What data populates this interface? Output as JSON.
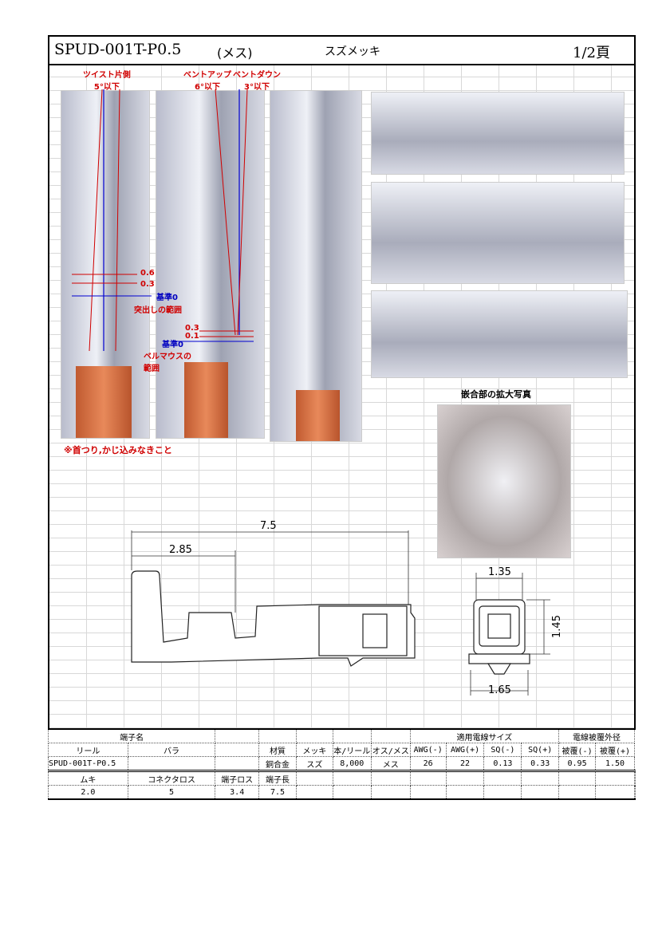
{
  "header": {
    "part_number": "SPUD-001T-P0.5",
    "gender": "(メス)",
    "plating": "スズメッキ",
    "page": "1/2頁"
  },
  "annotations": {
    "twist": "ツイスト片側",
    "twist_val": "5°以下",
    "bend_up": "ベントアップ",
    "bend_up_val": "6°以下",
    "bend_down": "ベントダウン",
    "bend_down_val": "3°以下",
    "d06": "0.6",
    "d03a": "0.3",
    "base0a": "基準0",
    "protrusion": "突出しの範囲",
    "d03b": "0.3",
    "d01": "0.1",
    "base0b": "基準0",
    "bellmouth": "ベルマウスの範囲",
    "note": "※首つり,かじ込みなきこと",
    "enlarged": "嵌合部の拡大写真"
  },
  "drawing": {
    "length": "7.5",
    "crimp": "2.85",
    "width": "1.35",
    "height": "1.45",
    "bottom_width": "1.65"
  },
  "table": {
    "h1": {
      "name": "端子名",
      "wire": "適用電線サイズ",
      "insul": "電線被覆外径"
    },
    "h2": [
      "リール",
      "バラ",
      "",
      "材質",
      "メッキ",
      "本/リール",
      "オス/メス",
      "AWG(-)",
      "AWG(+)",
      "SQ(-)",
      "SQ(+)",
      "被覆(-)",
      "被覆(+)"
    ],
    "row": [
      "SPUD-001T-P0.5",
      "",
      "",
      "銅合金",
      "スズ",
      "8,000",
      "メス",
      "26",
      "22",
      "0.13",
      "0.33",
      "0.95",
      "1.50"
    ],
    "h3": [
      "ムキ",
      "コネクタロス",
      "端子ロス",
      "端子長"
    ],
    "row2": [
      "2.0",
      "5",
      "3.4",
      "7.5"
    ]
  }
}
